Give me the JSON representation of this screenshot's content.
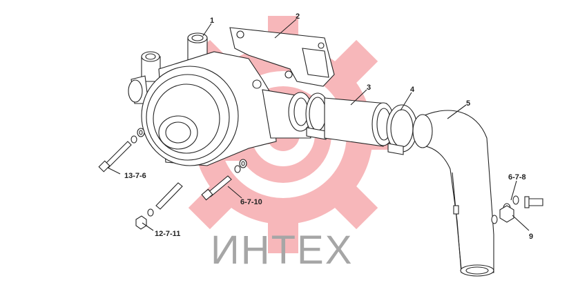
{
  "watermark": {
    "text": "ИНТЕХ",
    "color": "#e8242c",
    "text_color": "#a6a6a6"
  },
  "labels": {
    "p1": "1",
    "p2": "2",
    "p3": "3",
    "p4": "4",
    "p5": "5",
    "p9": "9",
    "p678": "6-7-8",
    "p6710": "6-7-10",
    "p1376": "13-7-6",
    "p12711": "12-7-11"
  }
}
